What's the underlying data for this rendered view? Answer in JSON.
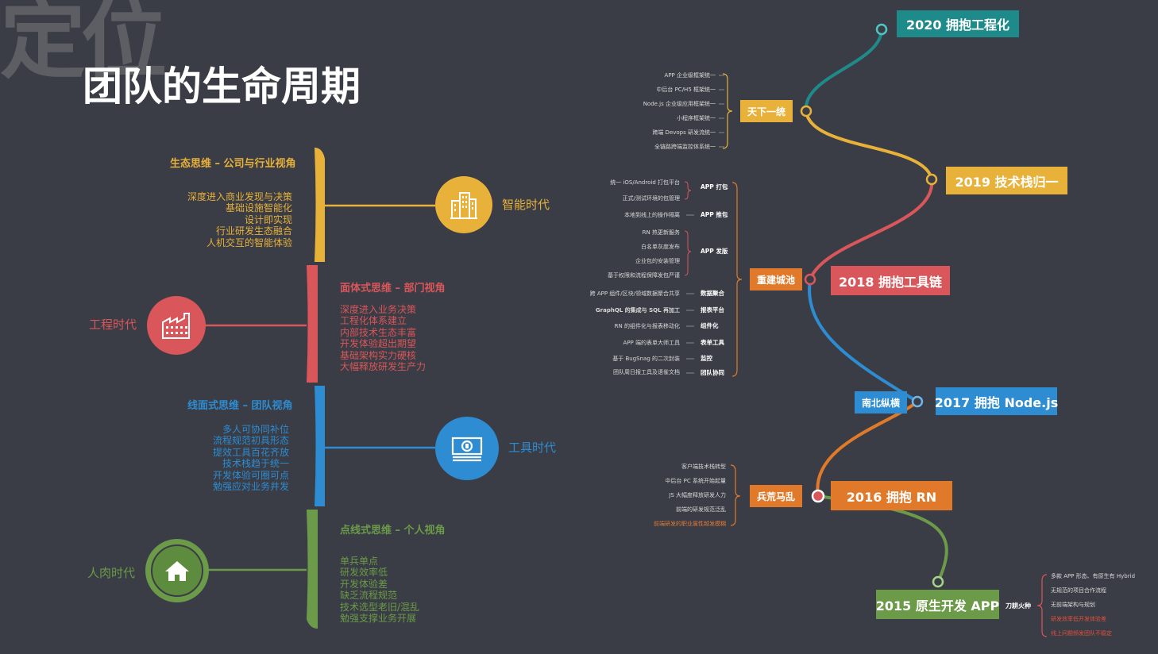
{
  "titles": {
    "positioning": "定位",
    "main": "团队的生命周期"
  },
  "colors": {
    "background": "#3a3d45",
    "yellow": "#e8b13a",
    "red": "#d9565a",
    "blue": "#2d8cd2",
    "green": "#6b9a48",
    "teal": "#1f8a8a",
    "orange": "#e07a2a"
  },
  "eras": [
    {
      "label": "智能时代",
      "icon": "building-icon",
      "section_title": "生态思维 – 公司与行业视角",
      "lines": [
        "深度进入商业发现与决策",
        "基础设施智能化",
        "设计即实现",
        "行业研发生态融合",
        "人机交互的智能体验"
      ]
    },
    {
      "label": "工程时代",
      "icon": "factory-icon",
      "section_title": "面体式思维 – 部门视角",
      "lines": [
        "深度进入业务决策",
        "工程化体系建立",
        "内部技术生态丰富",
        "开发体验超出期望",
        "基础架构实力硬核",
        "大幅释放研发生产力"
      ]
    },
    {
      "label": "工具时代",
      "icon": "cash-icon",
      "section_title": "线面式思维 – 团队视角",
      "lines": [
        "多人可协同补位",
        "流程规范初具形态",
        "提效工具百花齐放",
        "技术栈趋于统一",
        "开发体验可圈可点",
        "勉强应对业务井发"
      ]
    },
    {
      "label": "人肉时代",
      "icon": "home-icon",
      "section_title": "点线式思维 – 个人视角",
      "lines": [
        "单兵单点",
        "研发效率低",
        "开发体验差",
        "缺乏流程规范",
        "技术选型老旧/混乱",
        "勉强支撑业务开展"
      ]
    }
  ],
  "timeline": {
    "years": [
      {
        "label": "2020 拥抱工程化",
        "color": "#1f8a8a"
      },
      {
        "label": "2019 技术栈归一",
        "color": "#e8b13a"
      },
      {
        "label": "2018 拥抱工具链",
        "color": "#d9565a"
      },
      {
        "label": "2017 拥抱 Node.js",
        "color": "#2d8cd2"
      },
      {
        "label": "2016 拥抱 RN",
        "color": "#e07a2a"
      },
      {
        "label": "2015 原生开发 APP",
        "color": "#6b9a48"
      }
    ],
    "tags": [
      {
        "label": "天下一统",
        "color": "#e8b13a"
      },
      {
        "label": "重建城池",
        "color": "#e07a2a"
      },
      {
        "label": "南北纵横",
        "color": "#2d8cd2"
      },
      {
        "label": "兵荒马乱",
        "color": "#e07a2a"
      },
      {
        "label": "刀耕火种",
        "color": "#3a3d45"
      }
    ],
    "unify_items": [
      "APP 企业级框架统一",
      "中后台 PC/H5 框架统一",
      "Node.js 企业级应用框架统一",
      "小程序框架统一",
      "跨端 Devops 研发流统一",
      "全链路跨端监控体系统一"
    ],
    "rebuild_groups": [
      {
        "category": "APP 打包",
        "items": [
          "统一 iOS/Android 打包平台",
          "正式/测试环境的包管理"
        ]
      },
      {
        "category": "APP 推包",
        "items": [
          "本地到线上的操作隔离"
        ]
      },
      {
        "category": "APP 发版",
        "items": [
          "RN 热更新服务",
          "白名单灰度发布",
          "企业包的安装管理",
          "基于权限和流程保障发包严谨"
        ]
      },
      {
        "category": "数据聚合",
        "items": [
          "跨 APP 组件/区块/领域数据聚合共享"
        ]
      },
      {
        "category": "报表平台",
        "items": [
          "GraphQL 的集成与 SQL 再加工"
        ]
      },
      {
        "category": "组件化",
        "items": [
          "RN 的组件化与报表移动化"
        ]
      },
      {
        "category": "表单工具",
        "items": [
          "APP 端的表单大师工具"
        ]
      },
      {
        "category": "监控",
        "items": [
          "基于 BugSnag 的二次封装"
        ]
      },
      {
        "category": "团队协同",
        "items": [
          "团队周日报工具及语雀文档"
        ]
      }
    ],
    "chaos_items": [
      {
        "text": "客户端技术栈转型",
        "style": "normal"
      },
      {
        "text": "中后台 PC 系统开始起量",
        "style": "normal"
      },
      {
        "text": "JS 大幅度释放研发人力",
        "style": "normal"
      },
      {
        "text": "前端的研发规范泛乱",
        "style": "normal"
      },
      {
        "text": "前端研发的职业属性越发模糊",
        "style": "orange"
      }
    ],
    "slash_items": [
      {
        "text": "多款 APP 形态、有原生有 Hybrid",
        "style": "normal"
      },
      {
        "text": "无规范的项目合作流程",
        "style": "normal"
      },
      {
        "text": "无前端架构与规划",
        "style": "normal"
      },
      {
        "text": "研发效率低开发体验差",
        "style": "red"
      },
      {
        "text": "线上问题频发团队不稳定",
        "style": "red"
      }
    ]
  }
}
